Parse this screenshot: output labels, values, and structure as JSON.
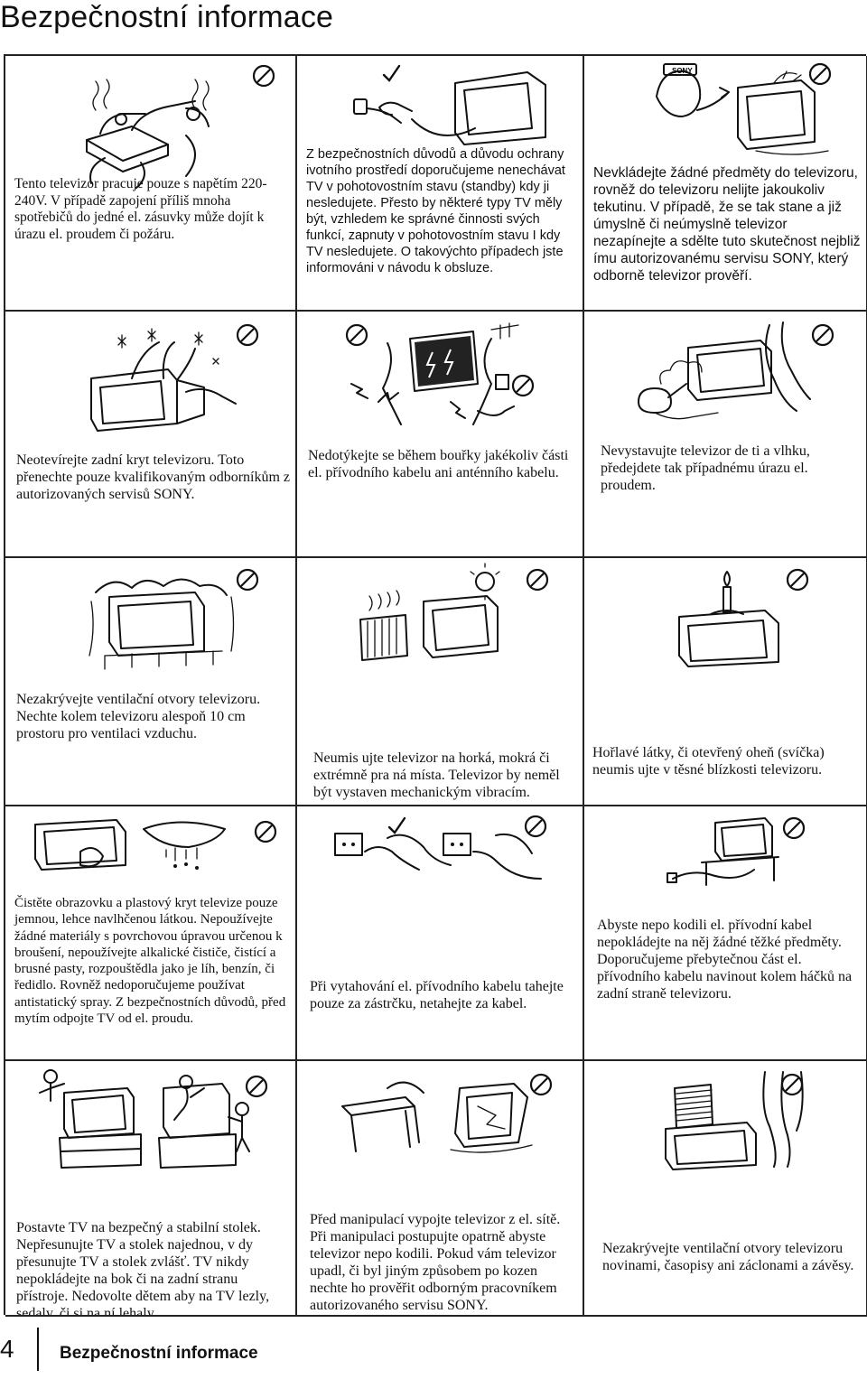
{
  "page": {
    "title": "Bezpečnostní informace",
    "footer_page_number": "4",
    "footer_title": "Bezpečnostní informace"
  },
  "warnings": {
    "power_overload": "Tento televizor pracuje pouze s napětím 220-240V. V případě zapojení příliš mnoha spotřebičů do jedné el. zásuvky může dojít k úrazu el. proudem či požáru.",
    "standby": "Z bezpečnostních důvodů a důvodu ochrany ivotního prostředí doporučujeme nenechávat TV v pohotovostním stavu (standby) kdy ji nesledujete. Přesto by některé typy TV měly být, vzhledem ke správné činnosti svých funkcí, zapnuty v pohotovostním stavu I kdy TV nesledujete. O takovýchto případech jste informováni v návodu k obsluze.",
    "liquids": "Nevkládejte žádné předměty do televizoru, rovněž do televizoru nelijte jakoukoliv tekutinu. V případě, že se tak stane a již úmyslně či neúmyslně televizor nezapínejte a sdělte tuto skutečnost nejbliž ímu autorizovanému servisu SONY, který odborně televizor prověří.",
    "back_cover": "Neotevírejte zadní kryt televizoru. Toto přenechte pouze kvalifikovaným odborníkům z autorizovaných servisů SONY.",
    "storm": "Nedotýkejte se během bouřky jakékoliv části el. přívodního kabelu ani anténního kabelu.",
    "humidity": "Nevystavujte televizor de ti a vlhku, předejdete tak případnému úrazu el. proudem.",
    "ventilation": "Nezakrývejte ventilační otvory televizoru. Nechte kolem televizoru alespoň 10 cm prostoru pro ventilaci vzduchu.",
    "hot_wet": "Neumis ujte televizor na horká, mokrá či extrémně pra ná místa. Televizor by neměl být vystaven mechanickým vibracím.",
    "flames": "Hořlavé látky, či otevřený oheň (svíčka) neumis ujte v těsné blízkosti televizoru.",
    "cleaning": "Čistěte obrazovku a plastový kryt televize pouze jemnou, lehce navlhčenou látkou. Nepoužívejte žádné materiály s povrchovou úpravou určenou k broušení, nepoužívejte alkalické čističe, čistící a brusné pasty, rozpouštědla jako je líh, benzín, či ředidlo. Rovněž nedoporučujeme používat antistatický spray. Z bezpečnostních důvodů, před mytím odpojte TV od el. proudu.",
    "unplug": "Při vytahování el. přívodního kabelu tahejte pouze za zástrčku, netahejte za kabel.",
    "cable": "Abyste nepo kodili el. přívodní kabel nepokládejte na něj žádné těžké předměty. Doporučujeme přebytečnou část el. přívodního kabelu navinout kolem háčků na zadní straně televizoru.",
    "stand": "Postavte TV na bezpečný a stabilní stolek. Nepřesunujte TV a stolek najednou, v dy přesunujte TV a stolek zvlášť. TV nikdy nepokládejte na bok či na zadní stranu přístroje. Nedovolte dětem aby na TV lezly, sedaly, či si na ní lehaly.",
    "handling": "Před manipulací vypojte televizor z el. sítě. Při manipulaci postupujte opatrně abyste televizor nepo kodili. Pokud vám televizor upadl, či byl jiným způsobem po kozen nechte ho prověřit odborným pracovníkem autorizovaného servisu SONY.",
    "curtains": "Nezakrývejte ventilační otvory televizoru novinami, časopisy ani záclonami a závěsy."
  },
  "icons": {
    "prohibited": "prohibited-icon",
    "allowed": "check-icon"
  },
  "logo_text": "SONY"
}
